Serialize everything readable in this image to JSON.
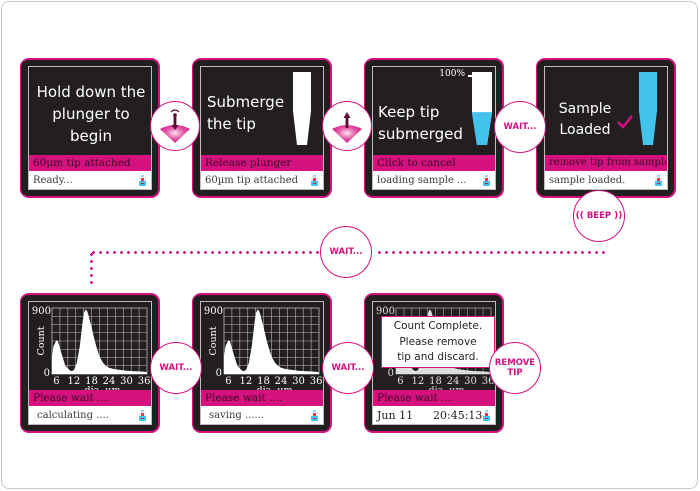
{
  "colors": {
    "accent": "#d4117f",
    "device_body": "#231f20",
    "liquid": "#43c2ee",
    "text_on_dark": "#ffffff"
  },
  "steps_row1": [
    {
      "message": "Hold down the plunger to begin",
      "pink_bar": "60µm tip attached",
      "status": "Ready..."
    },
    {
      "message": "Submerge the tip",
      "pink_bar": "Release plunger",
      "status": "60µm tip attached",
      "icon": "empty-tip-icon"
    },
    {
      "message": "Keep tip submerged",
      "fill_label": "100%",
      "fill_fraction": 0.45,
      "pink_bar": "Click to cancel",
      "status": "loading sample ...",
      "icon": "filling-tip-icon"
    },
    {
      "message": "Sample Loaded",
      "pink_bar": "remove tip from sample",
      "status": "sample loaded.",
      "icon": "full-tip-icon"
    }
  ],
  "steps_row2": [
    {
      "pink_bar": "Please wait ....",
      "status": "calculating ...."
    },
    {
      "pink_bar": "Please wait ....",
      "status": "saving ......"
    },
    {
      "overlay_lines": [
        "Count Complete.",
        "Please remove",
        "tip and discard."
      ],
      "pink_bar": "Please wait ....",
      "date": "Jun 11",
      "time": "20:45:13"
    }
  ],
  "connectors": {
    "press_plunger": "press-plunger-icon",
    "release_plunger": "release-plunger-icon",
    "wait_1": "WAIT...",
    "beep": "BEEP",
    "wait_2": "WAIT...",
    "wait_3": "WAIT...",
    "wait_4": "WAIT...",
    "remove_tip_line1": "REMOVE",
    "remove_tip_line2": "TIP"
  },
  "chart_data": {
    "type": "area",
    "title": "",
    "xlabel": "dia. µm",
    "ylabel": "Count",
    "xlim": [
      4.5,
      37
    ],
    "ylim": [
      0,
      900
    ],
    "x_ticks": [
      "6",
      "12",
      "18",
      "24",
      "30",
      "36"
    ],
    "y_ticks": [
      "0",
      "900"
    ],
    "grid": true,
    "x": [
      4.5,
      5,
      6,
      6.5,
      7,
      8,
      9,
      10,
      11,
      12,
      13,
      14,
      15,
      15.5,
      16,
      16.5,
      17,
      18,
      19,
      20,
      21,
      22,
      23,
      24,
      26,
      28,
      30,
      32,
      34,
      36,
      37
    ],
    "values": [
      230,
      380,
      460,
      450,
      380,
      250,
      120,
      70,
      40,
      50,
      150,
      380,
      720,
      840,
      880,
      860,
      800,
      640,
      470,
      330,
      220,
      150,
      110,
      85,
      65,
      55,
      45,
      40,
      35,
      30,
      25
    ]
  }
}
